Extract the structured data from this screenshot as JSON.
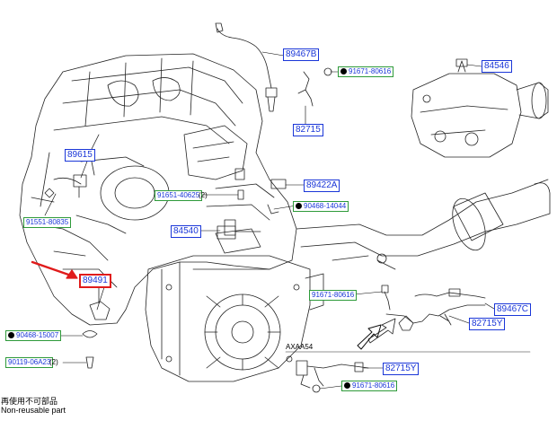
{
  "callouts": {
    "p89467B": "89467B",
    "p91671_80616_top": "91671-80616",
    "p84546": "84546",
    "p82715_top": "82715",
    "p89615": "89615",
    "p89422A": "89422A",
    "p91651_40625": "91651-40625",
    "qty_2a": "(2)",
    "p90468_14044": "90468-14044",
    "p91551_80835": "91551-80835",
    "p84540": "84540",
    "p89491": "89491",
    "p91671_80616_mid": "91671-80616",
    "p89467C": "89467C",
    "p82715Y_mid": "82715Y",
    "p90468_15007": "90468-15007",
    "p90119_06A23": "90119-06A23",
    "qty_2b": "(2)",
    "axaa54": "AXAA54",
    "p82715Y_bot": "82715Y",
    "p91671_80616_bot": "91671-80616"
  },
  "legend": {
    "line_cn": "再使用不可部品",
    "line_en": "Non-reusable part"
  },
  "colors": {
    "label_blue": "#1a36d8",
    "label_green_border": "#2e9a3a",
    "highlight_red": "#e01b1b"
  }
}
